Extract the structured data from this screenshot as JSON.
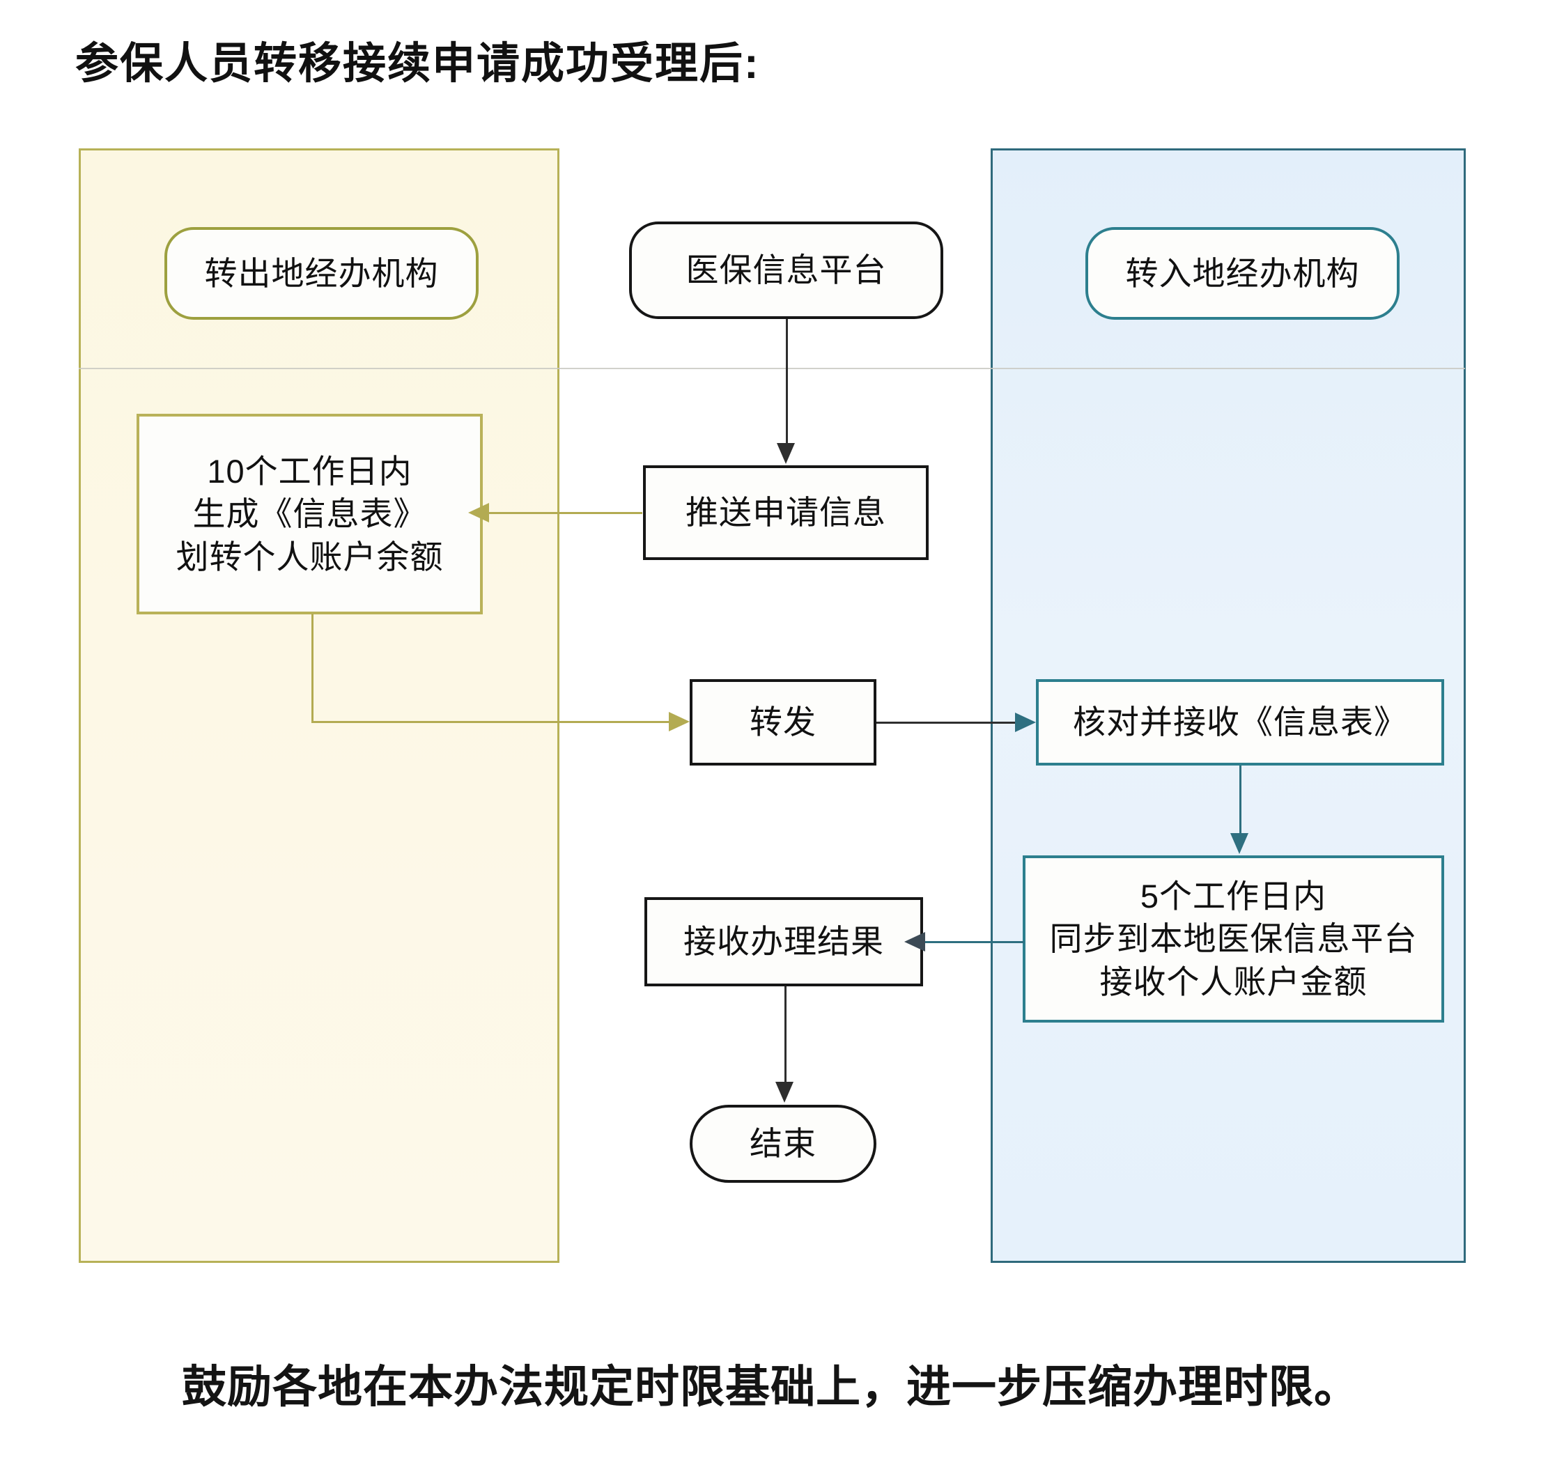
{
  "title": "参保人员转移接续申请成功受理后:",
  "caption": "鼓励各地在本办法规定时限基础上，进一步压缩办理时限。",
  "lanes": {
    "left": {
      "label": "转出地经办机构",
      "fill": "#fcf7e2",
      "border": "#b7b157"
    },
    "right": {
      "label": "转入地经办机构",
      "fill": "#e3effa",
      "border": "#2f6a7c"
    }
  },
  "nodes": {
    "transfer_out": {
      "label": "转出地经办机构",
      "shape": "rounded",
      "border": "#9da03f"
    },
    "platform": {
      "label": "医保信息平台",
      "shape": "rounded",
      "border": "#161616"
    },
    "transfer_in": {
      "label": "转入地经办机构",
      "shape": "rounded",
      "border": "#2d7f8e"
    },
    "generate": {
      "label": "10个工作日内\n生成《信息表》\n划转个人账户余额",
      "shape": "rect",
      "border": "#b9b259"
    },
    "push": {
      "label": "推送申请信息",
      "shape": "rect",
      "border": "#161616"
    },
    "forward": {
      "label": "转发",
      "shape": "rect",
      "border": "#161616"
    },
    "receive_table": {
      "label": "核对并接收《信息表》",
      "shape": "rect",
      "border": "#2d7f8e"
    },
    "sync": {
      "label": "5个工作日内\n同步到本地医保信息平台\n接收个人账户金额",
      "shape": "rect",
      "border": "#2d7f8e"
    },
    "result": {
      "label": "接收办理结果",
      "shape": "rect",
      "border": "#161616"
    },
    "end": {
      "label": "结束",
      "shape": "pill",
      "border": "#161616"
    }
  },
  "chart_data": {
    "type": "diagram",
    "title": "参保人员转移接续申请成功受理后:",
    "subtitle": "鼓励各地在本办法规定时限基础上，进一步压缩办理时限。",
    "lanes": [
      "转出地经办机构",
      "转入地经办机构"
    ],
    "nodes": [
      {
        "id": "transfer_out",
        "label": "转出地经办机构",
        "lane": "left",
        "shape": "rounded"
      },
      {
        "id": "platform",
        "label": "医保信息平台",
        "lane": "middle",
        "shape": "rounded"
      },
      {
        "id": "transfer_in",
        "label": "转入地经办机构",
        "lane": "right",
        "shape": "rounded"
      },
      {
        "id": "generate",
        "label": "10个工作日内 生成《信息表》 划转个人账户余额",
        "lane": "left",
        "shape": "rect"
      },
      {
        "id": "push",
        "label": "推送申请信息",
        "lane": "middle",
        "shape": "rect"
      },
      {
        "id": "forward",
        "label": "转发",
        "lane": "middle",
        "shape": "rect"
      },
      {
        "id": "receive_table",
        "label": "核对并接收《信息表》",
        "lane": "right",
        "shape": "rect"
      },
      {
        "id": "sync",
        "label": "5个工作日内 同步到本地医保信息平台 接收个人账户金额",
        "lane": "right",
        "shape": "rect"
      },
      {
        "id": "result",
        "label": "接收办理结果",
        "lane": "middle",
        "shape": "rect"
      },
      {
        "id": "end",
        "label": "结束",
        "lane": "middle",
        "shape": "pill"
      }
    ],
    "edges": [
      {
        "from": "platform",
        "to": "push",
        "dir": "down"
      },
      {
        "from": "push",
        "to": "generate",
        "dir": "left"
      },
      {
        "from": "generate",
        "to": "forward",
        "dir": "down-right"
      },
      {
        "from": "forward",
        "to": "receive_table",
        "dir": "right"
      },
      {
        "from": "receive_table",
        "to": "sync",
        "dir": "down"
      },
      {
        "from": "sync",
        "to": "result",
        "dir": "left"
      },
      {
        "from": "result",
        "to": "end",
        "dir": "down"
      }
    ]
  }
}
